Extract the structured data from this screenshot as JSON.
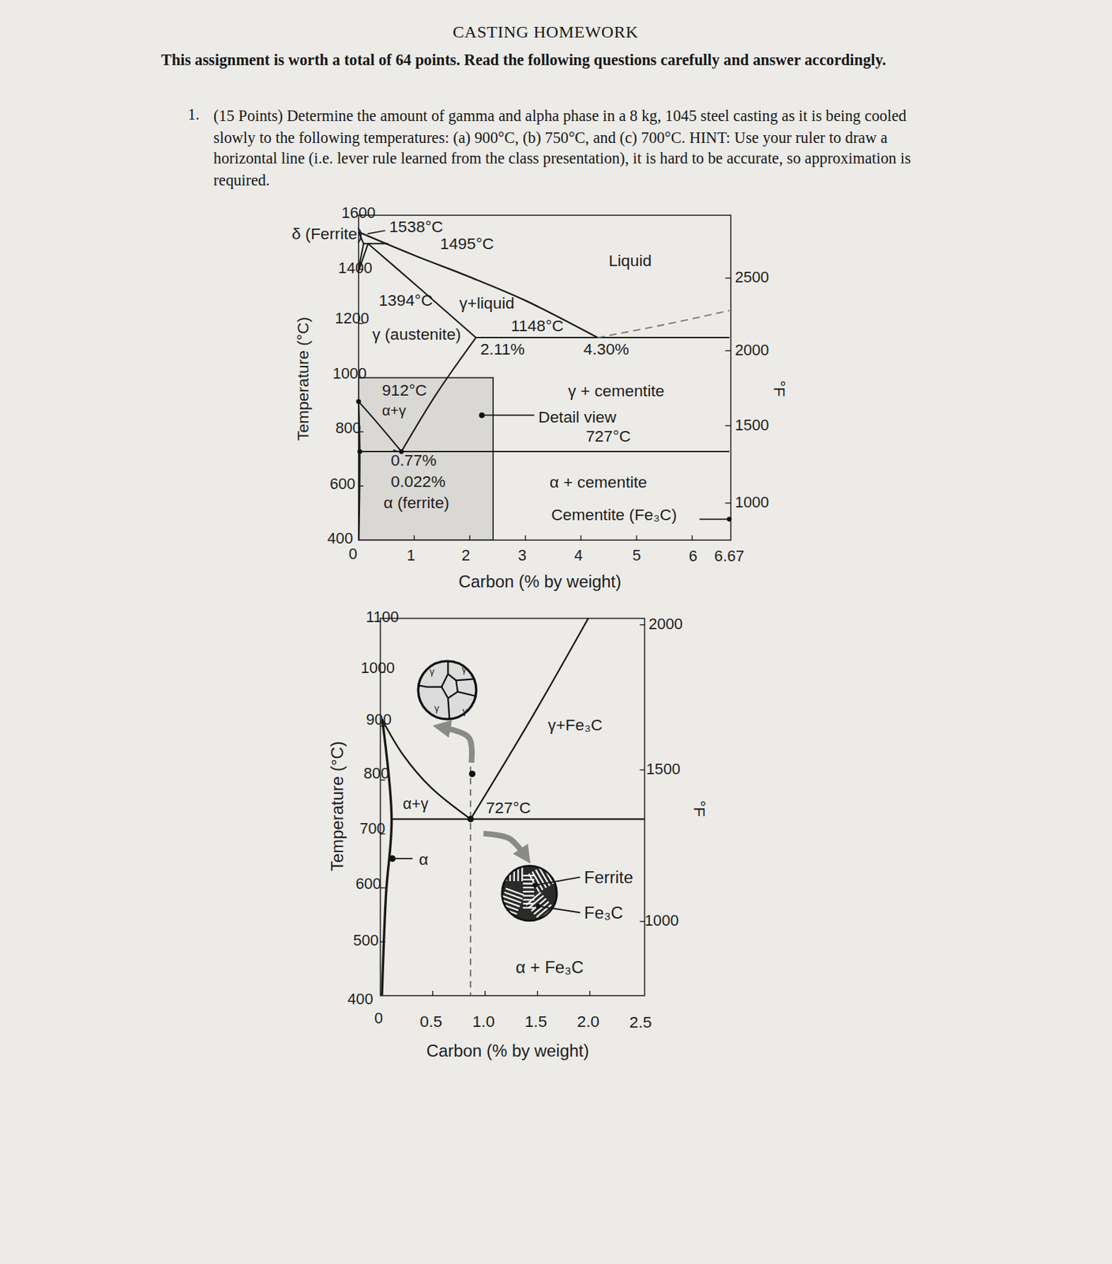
{
  "diagram": {
    "title": "CASTING HOMEWORK",
    "labels": [
      "This assignment is worth a total of 64 points. Read the following questions carefully and answer accordingly.",
      "1.",
      "(15 Points) Determine the amount of gamma and alpha phase in a 8 kg, 1045 steel casting as it is being cooled slowly to the following temperatures: (a) 900°C, (b) 750°C, and (c) 700°C. HINT: Use your ruler to draw a horizontal line (i.e. lever rule learned from the class presentation), it is hard to be accurate, so approximation is required.",
      "1600",
      "δ (Ferrite)",
      "1400",
      "1200",
      "1000",
      "800",
      "600",
      "400",
      "0",
      "1",
      "2",
      "3",
      "4",
      "5",
      "6",
      "6.67",
      "1538°C",
      "1495°C",
      "Liquid",
      "1394°C",
      "γ+liquid",
      "1148°C",
      "γ (austenite)",
      "2.11%",
      "4.30%",
      "912°C",
      "α+γ",
      "γ + cementite",
      "Detail view",
      "727°C",
      "0.77%",
      "0.022%",
      "α (ferrite)",
      "α + cementite",
      "Cementite (Fe₃C)",
      "2500",
      "2000",
      "1500",
      "1000",
      "°F",
      "Temperature (°C)",
      "Carbon (% by weight)",
      "1100",
      "1000",
      "900",
      "800",
      "700",
      "600",
      "500",
      "400",
      "0",
      "0.5",
      "1.0",
      "1.5",
      "2.0",
      "2.5",
      "2000",
      "1500",
      "1000",
      "°F",
      "γ+Fe₃C",
      "α+γ",
      "α",
      "727°C",
      "Ferrite",
      "Fe₃C",
      "α + Fe₃C",
      "Temperature (°C)",
      "Carbon (% by weight)",
      "γ",
      "γ",
      "γ",
      "γ"
    ]
  }
}
